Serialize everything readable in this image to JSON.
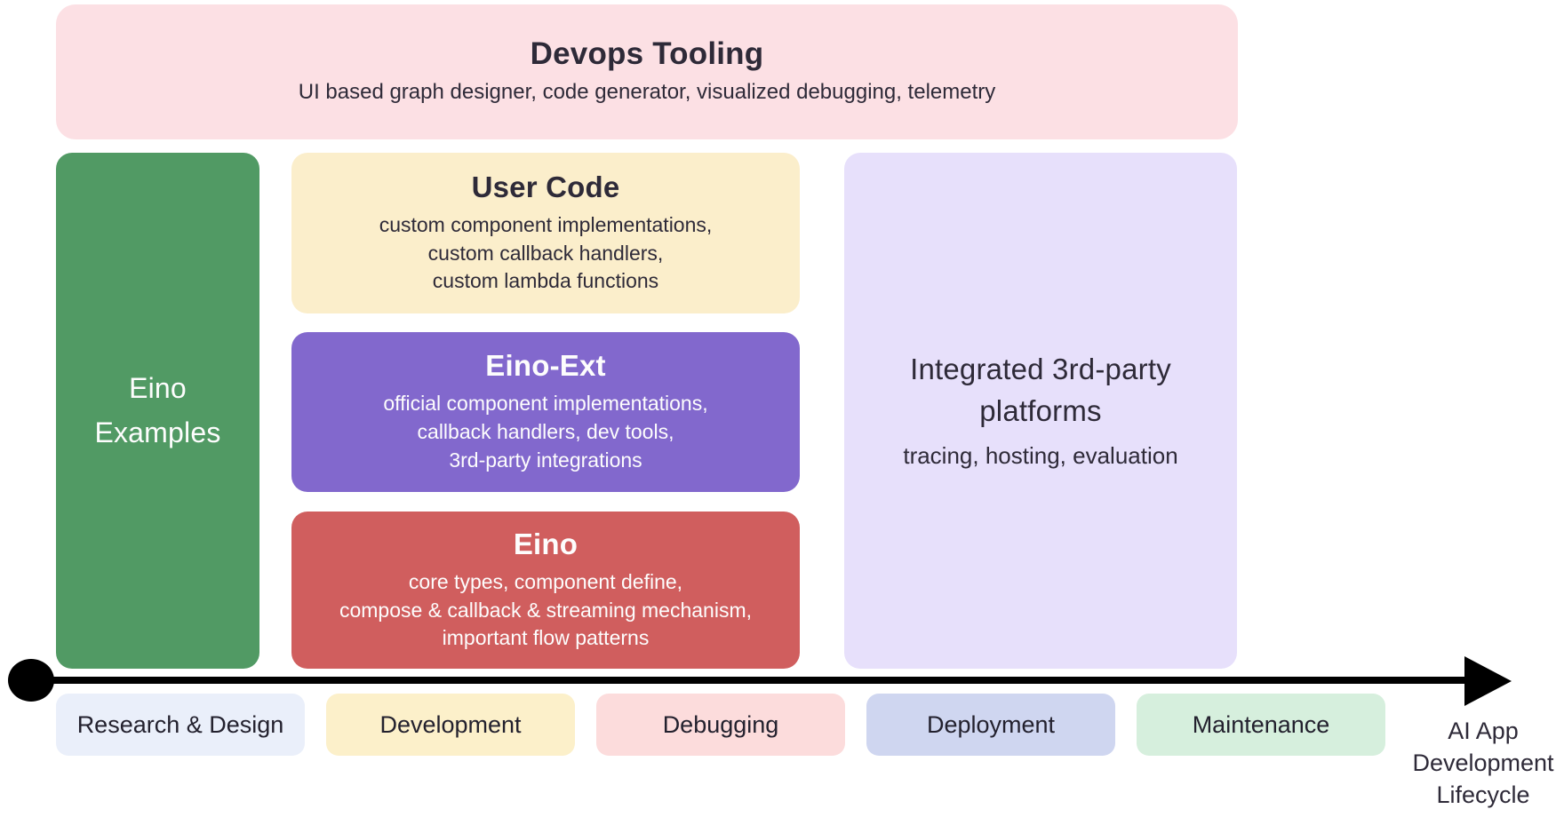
{
  "colors": {
    "devops_bg": "#fce0e4",
    "examples_bg": "#519a64",
    "user_code_bg": "#fbeecb",
    "eino_ext_bg": "#8268cd",
    "eino_bg": "#d05e5e",
    "platforms_bg": "#e7e0fb",
    "timeline": "#000000",
    "text_dark": "#2e2a38",
    "text_light": "#fdfdfd"
  },
  "devops_tooling": {
    "title": "Devops Tooling",
    "subtitle": "UI based graph designer, code generator, visualized debugging, telemetry"
  },
  "eino_examples": {
    "title": "Eino\nExamples"
  },
  "user_code": {
    "title": "User Code",
    "body": "custom component implementations,\ncustom callback handlers,\ncustom lambda functions"
  },
  "eino_ext": {
    "title": "Eino-Ext",
    "body": "official component implementations,\ncallback handlers, dev tools,\n3rd-party integrations"
  },
  "eino": {
    "title": "Eino",
    "body": "core types, component define,\ncompose & callback & streaming mechanism,\nimportant flow patterns"
  },
  "platforms": {
    "title": "Integrated 3rd-party\nplatforms",
    "body": "tracing, hosting, evaluation"
  },
  "timeline": {
    "stages": [
      {
        "label": "Research & Design",
        "bg": "#eaeffa"
      },
      {
        "label": "Development",
        "bg": "#fcf0ca"
      },
      {
        "label": "Debugging",
        "bg": "#fcdcdc"
      },
      {
        "label": "Deployment",
        "bg": "#cfd6f0"
      },
      {
        "label": "Maintenance",
        "bg": "#d6efdd"
      }
    ],
    "axis_label": "AI App\nDevelopment\nLifecycle"
  }
}
